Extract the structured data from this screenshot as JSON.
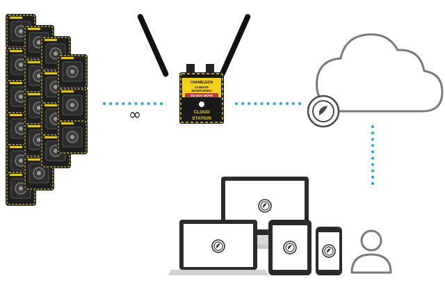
{
  "gateway": {
    "brand": "CHAMELEON",
    "warning_line1": "CLIMATE",
    "warning_line2": "MONITORING",
    "warning_line3": "DO NOT MOVE",
    "label_line1": "CLOUD",
    "label_line2": "STATION"
  },
  "link_symbol": "∞",
  "colors": {
    "sensor_body": "#1f1f1f",
    "sensor_accent": "#e3c62b",
    "gateway_body": "#1a1a1a",
    "gateway_accent": "#f2d21c",
    "dotted_link": "#2aa6d8",
    "cloud_stroke": "#7a7a7a",
    "device_frame": "#333333",
    "user_stroke": "#7a7a7a"
  },
  "icons": {
    "sensor_stack": "sensor-icon",
    "gateway": "gateway-icon",
    "cloud": "cloud-icon",
    "app_logo": "app-logo-icon",
    "user": "user-icon"
  }
}
